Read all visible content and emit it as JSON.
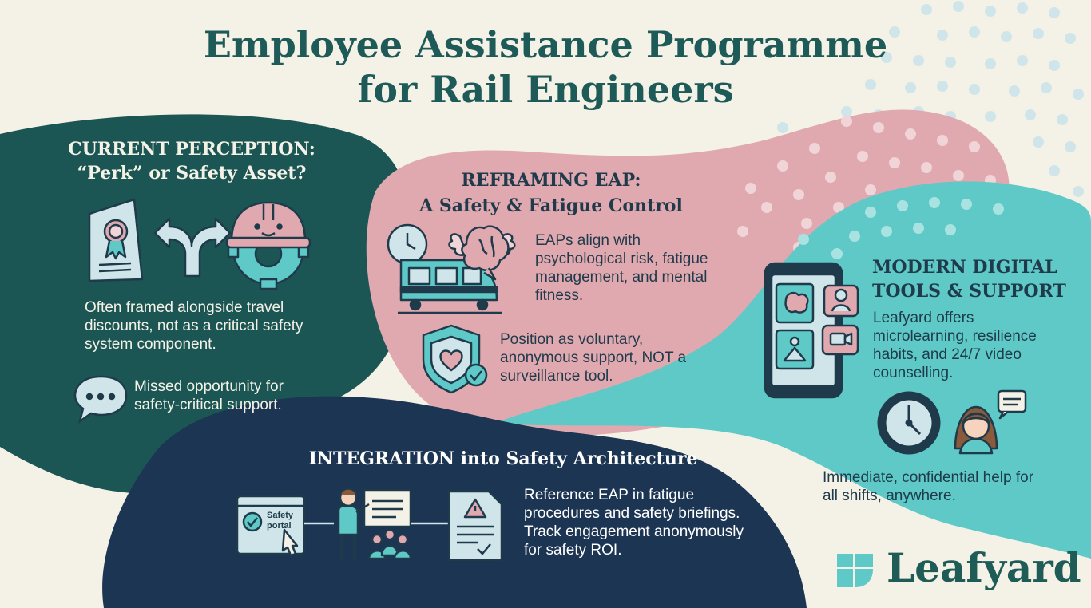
{
  "title": {
    "line1": "Employee Assistance Programme",
    "line2": "for Rail Engineers"
  },
  "current_perception": {
    "heading_line1": "CURRENT PERCEPTION:",
    "heading_line2": "“Perk” or Safety Asset?",
    "text1": "Often framed alongside travel discounts, not as a critical safety system component.",
    "text2": "Missed opportunity for safety-critical support."
  },
  "reframing": {
    "heading_line1": "REFRAMING EAP:",
    "heading_line2": "A Safety & Fatigue Control",
    "text1": "EAPs align with psychological risk, fatigue management, and mental fitness.",
    "text2": "Position as voluntary, anonymous support, NOT a surveillance tool."
  },
  "digital_tools": {
    "heading_line1": "MODERN DIGITAL",
    "heading_line2": "TOOLS & SUPPORT",
    "text1": "Leafyard offers microlearning, resilience habits, and 24/7 video counselling.",
    "text2": "Immediate, confidential help for all shifts, anywhere."
  },
  "integration": {
    "heading": "INTEGRATION into Safety Architecture",
    "text": "Reference EAP in fatigue procedures and safety briefings. Track engagement anonymously for safety ROI.",
    "portal_label_line1": "Safety",
    "portal_label_line2": "portal"
  },
  "brand": {
    "name": "Leafyard"
  },
  "colors": {
    "background": "#f4f1e6",
    "dark_green": "#1b5654",
    "pink": "#e0a9b0",
    "teal": "#5ec9c6",
    "navy": "#1c3553",
    "title_green": "#1e5a58"
  },
  "icons": [
    "certificate-icon",
    "fork-arrow-icon",
    "hardhat-gear-icon",
    "chat-bubble-icon",
    "clock-icon",
    "train-icon",
    "winged-brain-icon",
    "shield-heart-icon",
    "phone-app-icon",
    "wall-clock-icon",
    "counsellor-icon",
    "safety-portal-icon",
    "presenter-icon",
    "warning-document-icon",
    "leafyard-logo-icon"
  ]
}
